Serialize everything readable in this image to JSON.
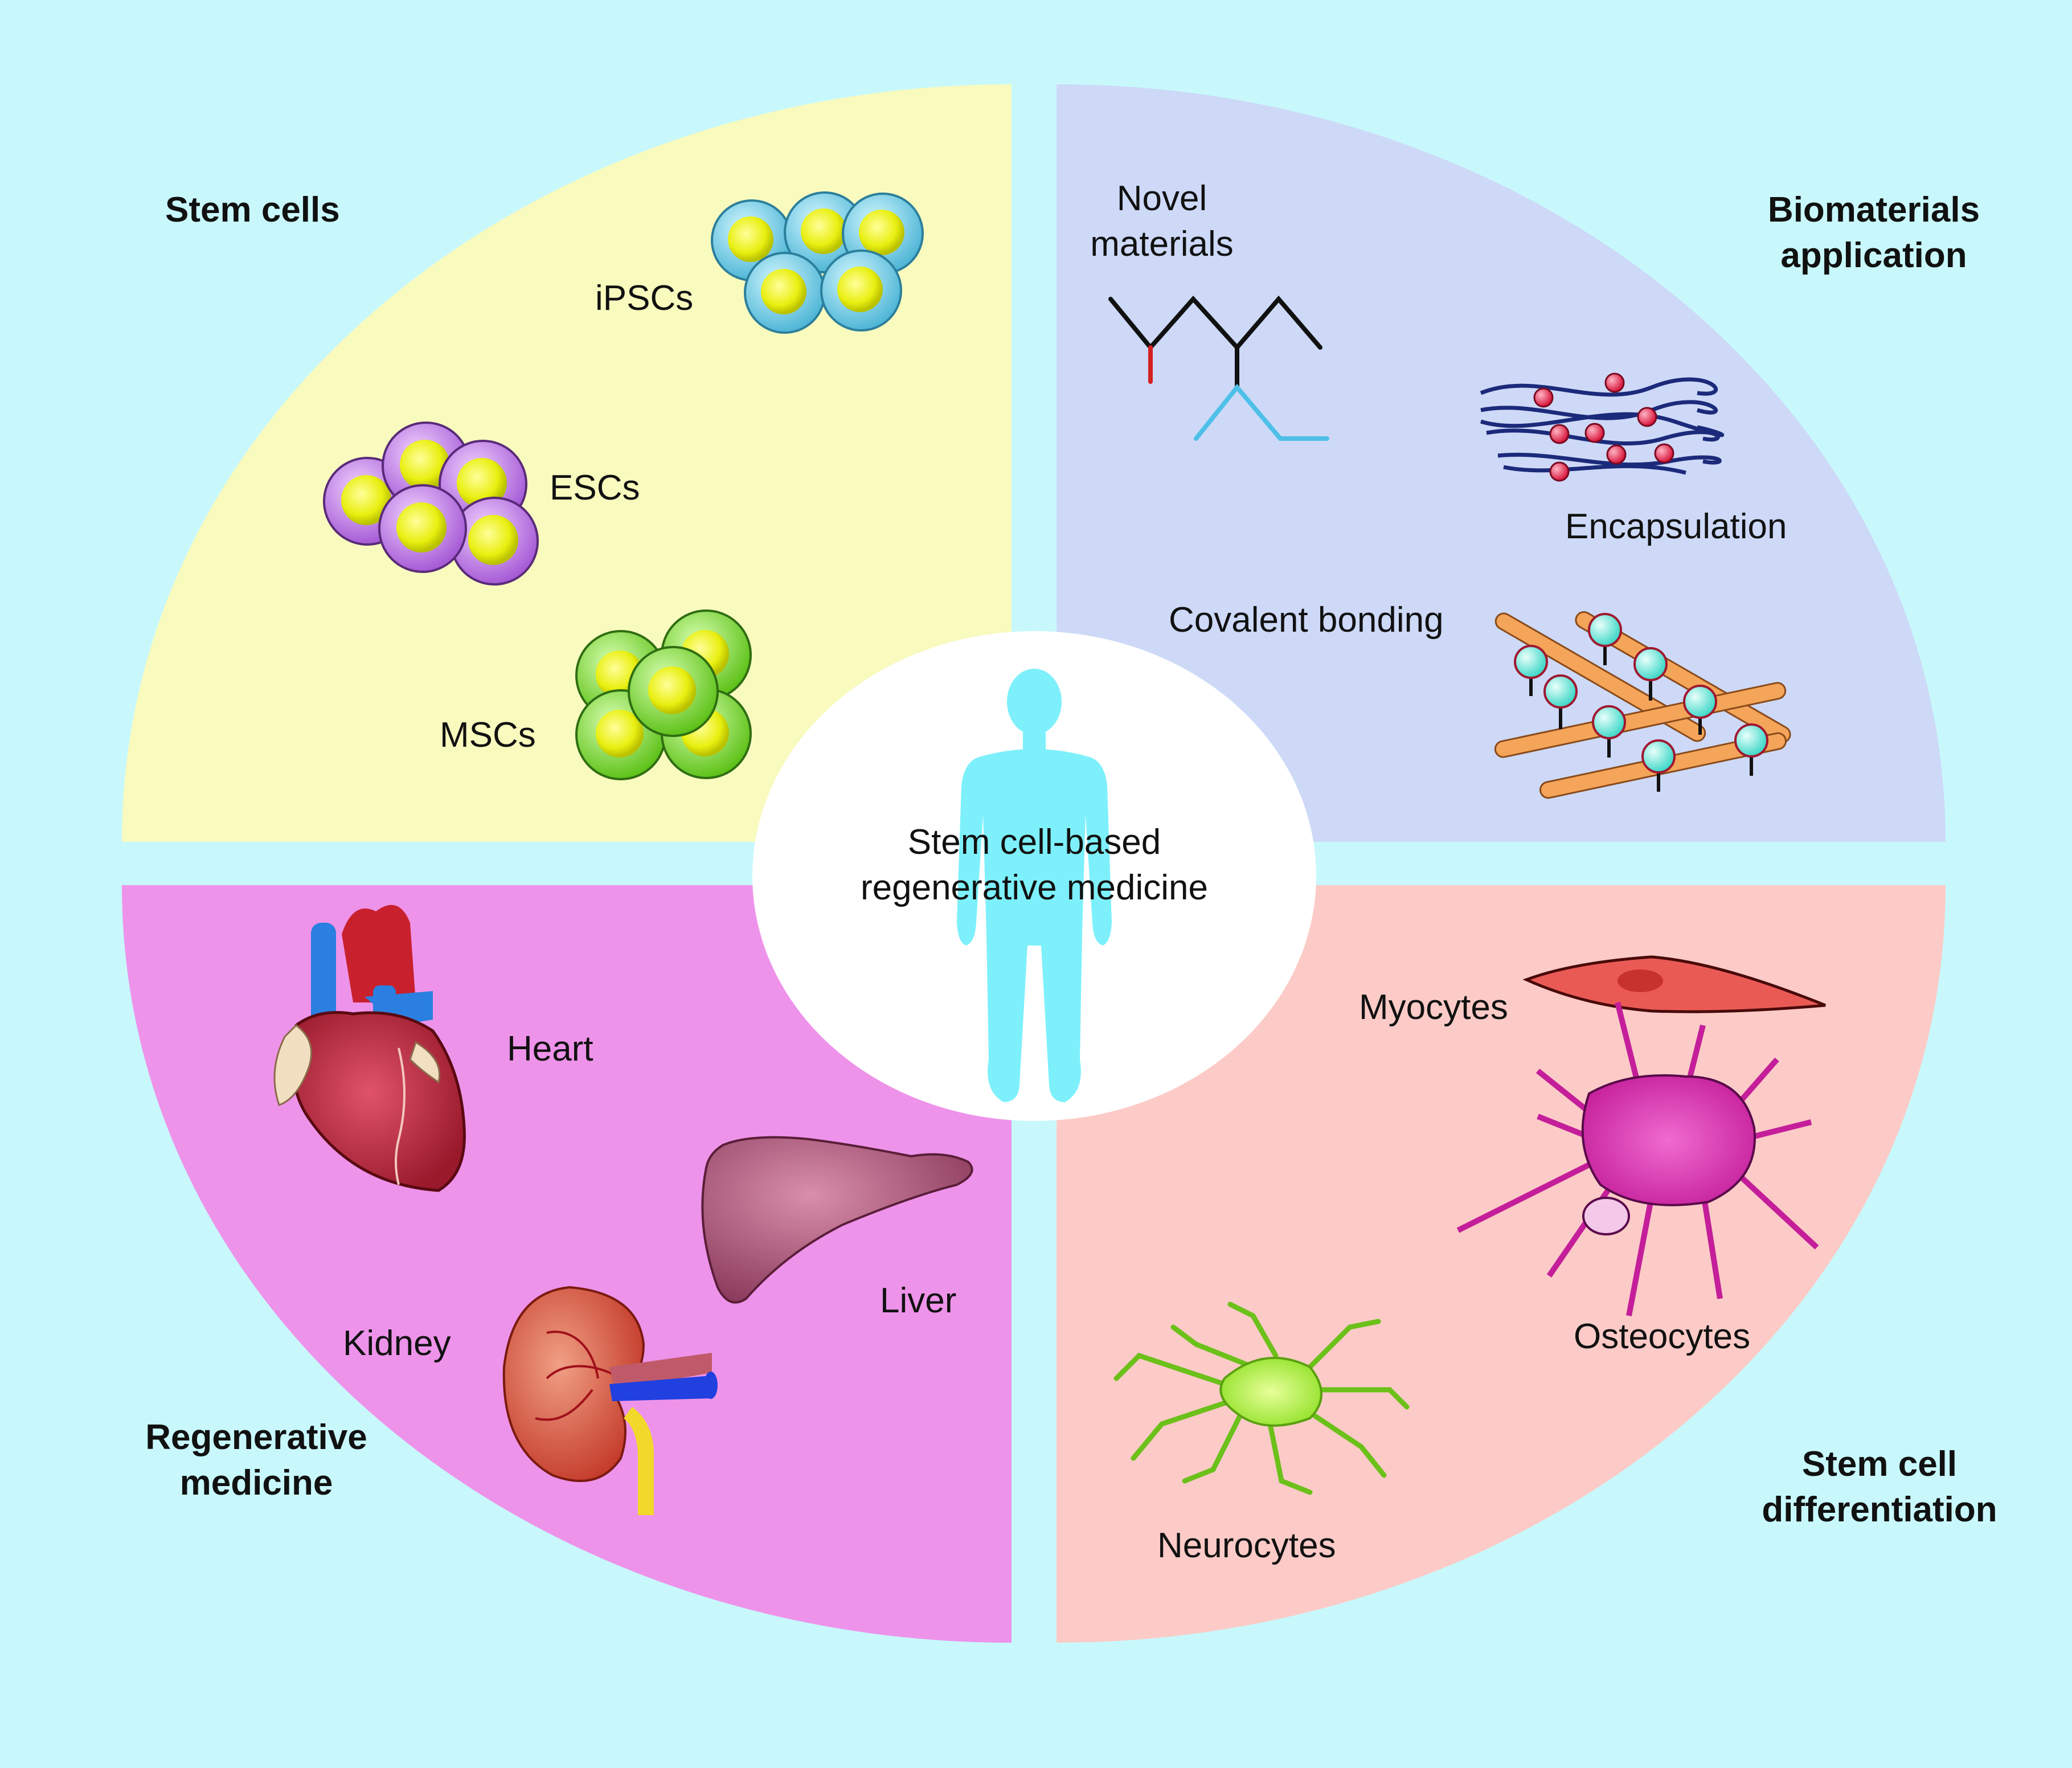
{
  "center": {
    "line1": "Stem cell-based",
    "line2": "regenerative medicine"
  },
  "quadrants": {
    "stem_cells": {
      "title": "Stem cells",
      "items": [
        "iPSCs",
        "ESCs",
        "MSCs"
      ]
    },
    "biomaterials": {
      "title_line1": "Biomaterials",
      "title_line2": "application",
      "novel_line1": "Novel",
      "novel_line2": "materials",
      "encapsulation": "Encapsulation",
      "covalent": "Covalent bonding"
    },
    "regenerative": {
      "title_line1": "Regenerative",
      "title_line2": "medicine",
      "organs": [
        "Heart",
        "Liver",
        "Kidney"
      ]
    },
    "differentiation": {
      "title_line1": "Stem cell",
      "title_line2": "differentiation",
      "cells": [
        "Myocytes",
        "Osteocytes",
        "Neurocytes"
      ]
    }
  },
  "colors": {
    "background": "#c8f8fc",
    "stem_cells": "#f8fabe",
    "biomaterials": "#cdd9f7",
    "regenerative": "#ee93ea",
    "differentiation": "#fccbc7",
    "center": "#ffffff",
    "human": "#7df0fb"
  }
}
